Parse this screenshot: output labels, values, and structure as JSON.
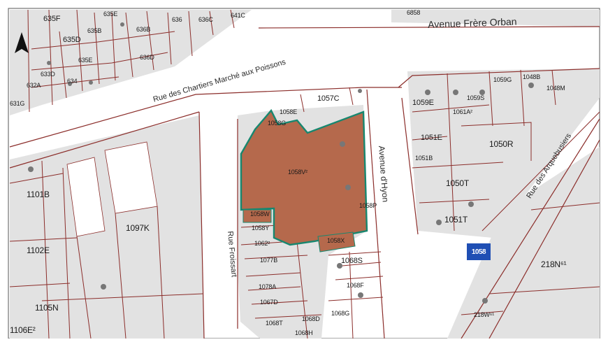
{
  "map": {
    "colors": {
      "block": "#e2e2e2",
      "site": "#b5694c",
      "site_outline": "#17876f",
      "boundary": "#8b2d2a",
      "badge": "#1f4fb4"
    },
    "icons": [
      "north-arrow-icon"
    ],
    "streets": {
      "avenue_frere_orban": "Avenue Frère Orban",
      "rue_chartiers": "Rue des Chartiers Marché aux Poissons",
      "avenue_hyon": "Avenue d'Hyon",
      "rue_arquebusiers": "Rue des Arquebusiers",
      "rue_froissart": "Rue Froissart"
    },
    "badge_label": "1058",
    "parcels": {
      "p635F": "635F",
      "p635E_top": "635E",
      "p636": "636",
      "p635D": "635D",
      "p635B": "635B",
      "p636B": "636B",
      "p636C": "636C",
      "p641C": "641C",
      "p635E": "635E",
      "p633D": "633D",
      "p632A": "632A",
      "p631G": "631G",
      "p634": "634",
      "p636D": "636D",
      "p1057C": "1057C",
      "p1058E": "1058E",
      "p1058G": "1058G",
      "p1058V2": "1058V²",
      "p1058P": "1058P",
      "p1058W": "1058W",
      "p1058Y": "1058Y",
      "p1058X": "1058X",
      "p1068S": "1068S",
      "p1077B": "1077B",
      "p1078A": "1078A",
      "p1067D": "1067D",
      "p1068T": "1068T",
      "p1068F": "1068F",
      "p1068G": "1068G",
      "p1068H": "1068H",
      "p1068D": "1068D",
      "p1062": "1062²",
      "p1101B": "1101B",
      "p1097K": "1097K",
      "p1102E": "1102E",
      "p1105N": "1105N",
      "p1106E2": "1106E²",
      "p1059G": "1059G",
      "p1048B": "1048B",
      "p1048M": "1048M",
      "p1059E": "1059E",
      "p1061A2": "1061A²",
      "p1059S": "1059S",
      "p1051E": "1051E",
      "p1051B": "1051B",
      "p1050R": "1050R",
      "p1050T": "1050T",
      "p1051T": "1051T",
      "p218N": "218N⁶¹",
      "p218W": "218W⁶¹",
      "p6858": "6858"
    }
  }
}
